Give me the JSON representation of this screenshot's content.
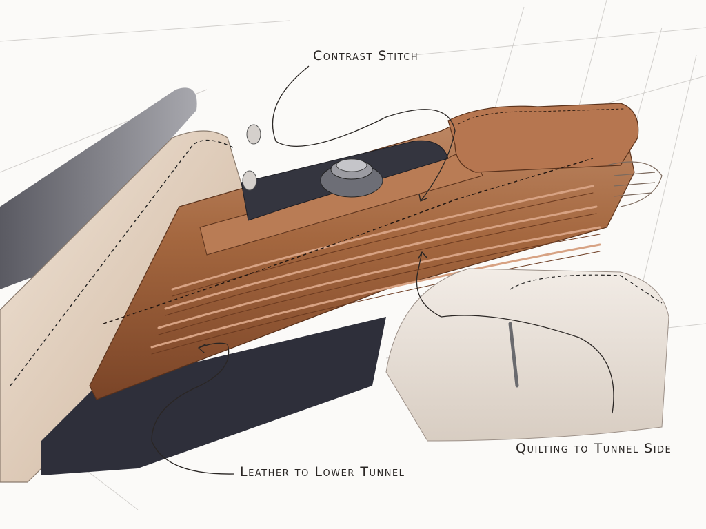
{
  "annotations": {
    "contrast_stitch": "Contrast Stitch",
    "leather_lower_tunnel": "Leather to Lower Tunnel",
    "quilting_tunnel_side": "Quilting to Tunnel Side"
  },
  "colors": {
    "leather": "#9a5f3e",
    "leather_dark": "#6e3d22",
    "leather_light": "#c99677",
    "door_panel": "#d9c4b0",
    "trim_dark": "#2e2f3a",
    "annotation_ink": "#2a2624"
  }
}
